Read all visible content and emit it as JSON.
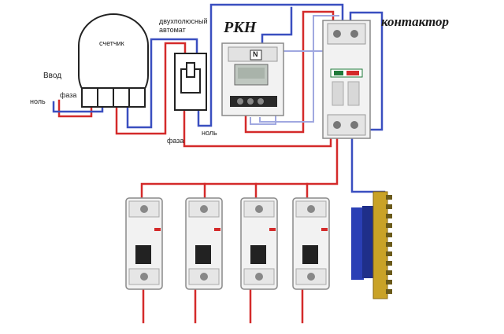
{
  "labels": {
    "vvod": "Ввод",
    "faza_in": "фаза",
    "nol_in": "ноль",
    "counter": "счетчик",
    "breaker_title_line1": "двухполюсный",
    "breaker_title_line2": "автомат",
    "rkn": "РКН",
    "contactor": "контактор",
    "faza_out": "фаза",
    "nol_out": "ноль",
    "rkn_n": "N"
  },
  "colors": {
    "phase_wire": "#d42a2a",
    "neutral_wire": "#3a4fc0",
    "control_wire": "#a0a8e0",
    "device_body": "#f2f2f2",
    "device_outline": "#555555",
    "toggle": "#222222",
    "busbar_base": "#2a3fb5",
    "busbar_brass": "#c9a227",
    "ekf_brand": "#1f7a3a"
  }
}
